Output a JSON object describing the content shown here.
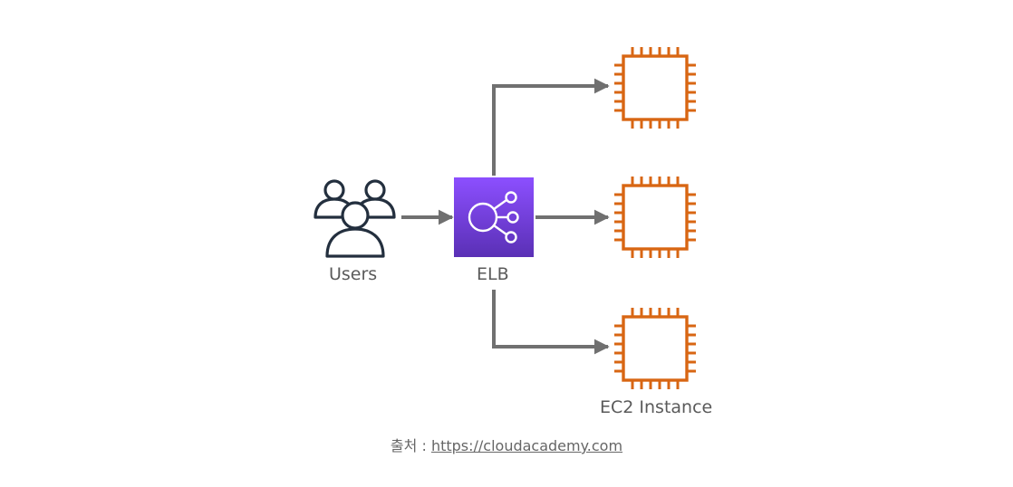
{
  "diagram": {
    "nodes": {
      "users": {
        "label": "Users",
        "icon": "users-icon",
        "color": "#232f3e"
      },
      "elb": {
        "label": "ELB",
        "icon": "load-balancer-icon",
        "color_top": "#8c4fff",
        "color_bottom": "#5a30b5"
      },
      "instances": [
        {
          "icon": "chip-icon"
        },
        {
          "icon": "chip-icon"
        },
        {
          "icon": "chip-icon",
          "label": "EC2 Instance"
        }
      ]
    },
    "instance_color": "#d86613",
    "arrow_color": "#707070"
  },
  "caption": {
    "prefix": "출처 : ",
    "link_text": "https://cloudacademy.com"
  }
}
